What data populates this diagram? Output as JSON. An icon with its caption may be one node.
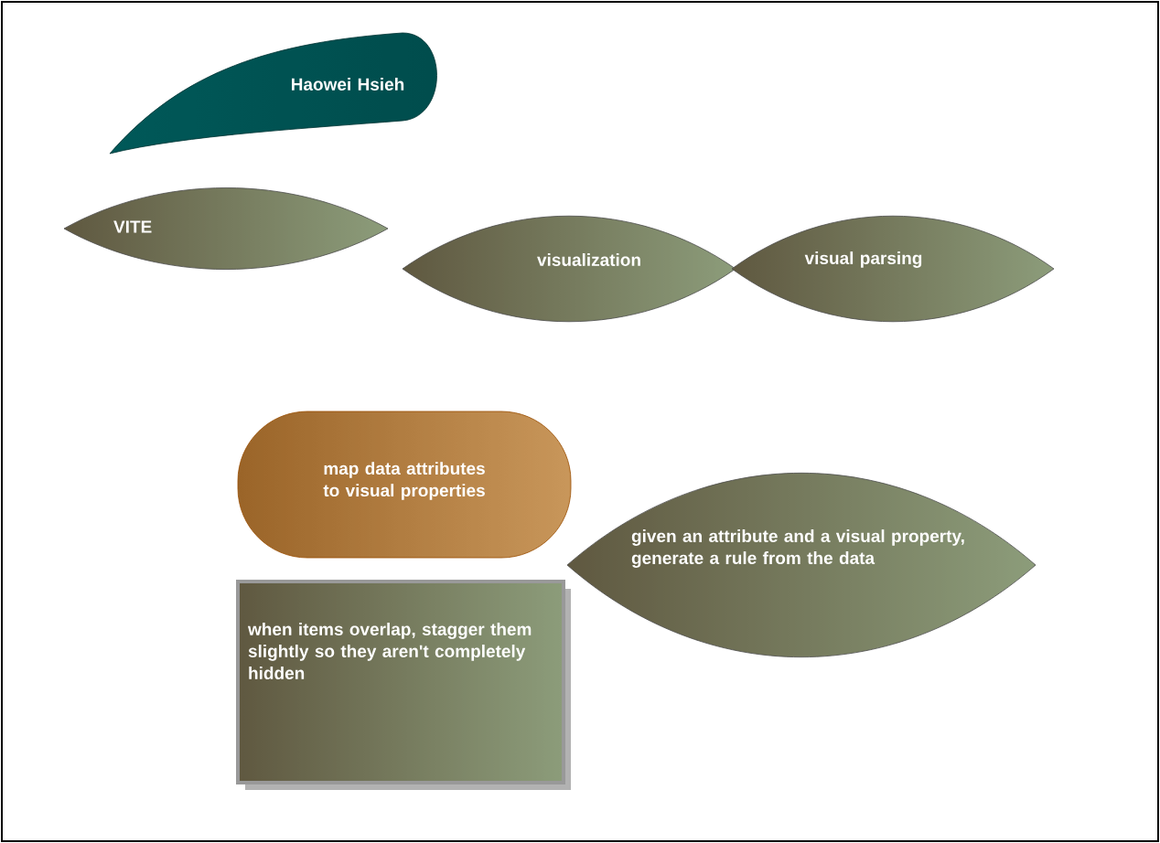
{
  "diagram": {
    "nodes": [
      {
        "text": [
          "Haowei Hsieh"
        ]
      },
      {
        "text": [
          "VITE"
        ]
      },
      {
        "text": [
          "visualization"
        ]
      },
      {
        "text": [
          "visual parsing"
        ]
      },
      {
        "text": [
          "map data attributes to visual properties"
        ]
      },
      {
        "text": [
          "when items overlap, stagger them slightly so they aren't completely hidden"
        ]
      },
      {
        "text": [
          "given an attribute and a visual property, generate a rule from the data"
        ]
      }
    ]
  }
}
